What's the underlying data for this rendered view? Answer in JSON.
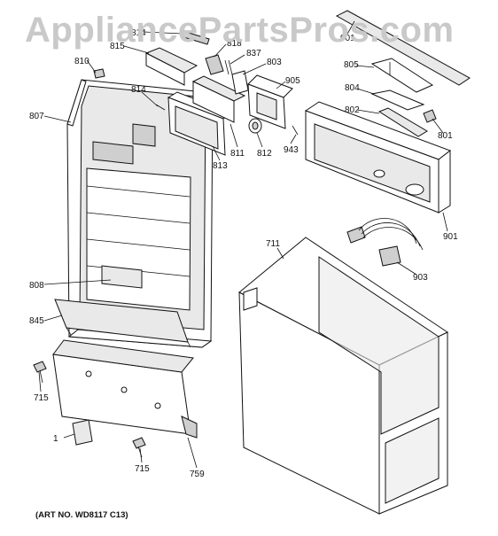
{
  "watermark": "AppliancePartsPros.com",
  "art_number": "(ART NO. WD8117 C13)",
  "callouts": {
    "c814a": "814",
    "c815": "815",
    "c818": "818",
    "c837": "837",
    "c803": "803",
    "c901a": "901",
    "c805": "805",
    "c810": "810",
    "c804": "804",
    "c905": "905",
    "c814b": "814",
    "c807": "807",
    "c802": "802",
    "c801": "801",
    "c811": "811",
    "c812": "812",
    "c943": "943",
    "c813": "813",
    "c901b": "901",
    "c711": "711",
    "c903": "903",
    "c808": "808",
    "c845": "845",
    "c715a": "715",
    "c1": "1",
    "c715b": "715",
    "c759": "759"
  }
}
